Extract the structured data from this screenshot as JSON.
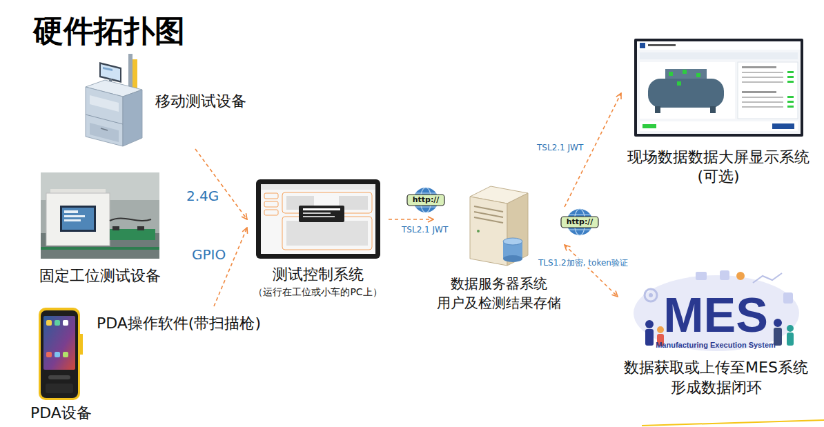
{
  "diagram": {
    "title": "硬件拓扑图",
    "nodes": [
      {
        "text": [
          "移动测试设备"
        ]
      },
      {
        "text": [
          "固定工位测试设备"
        ]
      },
      {
        "text": [
          "PDA操作软件(带扫描枪)",
          "PDA设备"
        ]
      },
      {
        "text": [
          "测试控制系统",
          "（运行在工位或小车的PC上）"
        ]
      },
      {
        "text": [
          "数据服务器系统 用户及检测结果存储"
        ]
      },
      {
        "text": [
          "现场数据数据大屏显示系统 (可选)"
        ]
      },
      {
        "text": [
          "数据获取或上传至MES系统 形成数据闭环"
        ]
      }
    ],
    "edges": [
      {
        "from": 0,
        "to": 3,
        "label": "2.4G",
        "arrow": "to"
      },
      {
        "from": 2,
        "to": 3,
        "label": "GPIO",
        "arrow": "to"
      },
      {
        "from": 3,
        "to": 4,
        "label": "TSL2.1 JWT",
        "arrow": "to"
      },
      {
        "from": 4,
        "to": 5,
        "label": "TSL2.1 JWT",
        "arrow": "to"
      },
      {
        "from": 4,
        "to": 6,
        "label": "TLS1.2加密, token验证",
        "arrow": "both"
      }
    ],
    "labels": [
      "http://",
      "http://",
      "MES",
      "Manufacturing Execution System"
    ]
  }
}
